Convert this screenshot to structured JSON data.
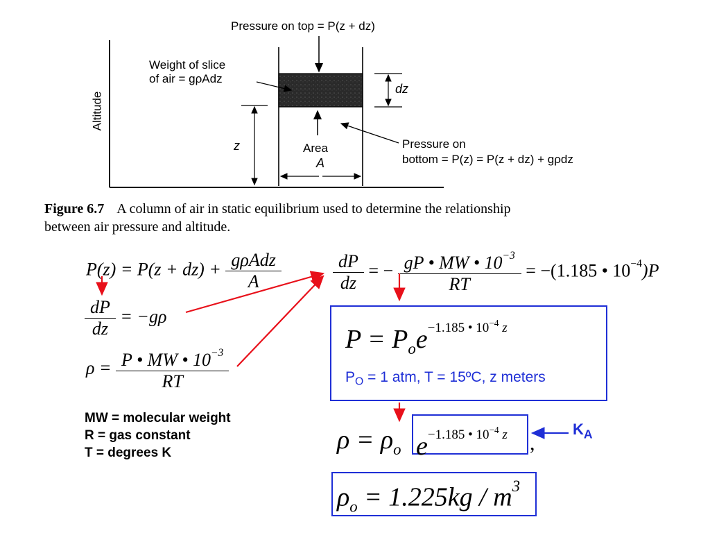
{
  "figure": {
    "label_top": "Pressure on top = P(z + dz)",
    "label_weight_line1": "Weight of slice",
    "label_weight_line2": "of air = gρAdz",
    "label_dz": "dz",
    "axis_label": "Altitude",
    "label_z": "z",
    "label_area_line1": "Area",
    "label_area_line2": "A",
    "label_bottom_line1": "Pressure on",
    "label_bottom_line2": "bottom = P(z) = P(z + dz) + gρdz"
  },
  "caption": {
    "number": "Figure 6.7",
    "text_line1": "A column of air in static equilibrium used to determine the relationship",
    "text_line2": "between air pressure and altitude."
  },
  "equations": {
    "pz_lhs": "P(z) = P(z + dz) +",
    "pz_num": "gρAdz",
    "pz_den": "A",
    "dpdz_num": "dP",
    "dpdz_den": "dz",
    "dpdz_rhs": "= −gρ",
    "rho_lhs": "ρ =",
    "rho_num": "P • MW • 10",
    "rho_num_exp": "−3",
    "rho_den": "RT",
    "main_lhs_num": "dP",
    "main_lhs_den": "dz",
    "main_eq1": "= −",
    "main_num": "gP • MW • 10",
    "main_num_exp": "−3",
    "main_den": "RT",
    "main_rhs": "= −(1.185 • 10",
    "main_rhs_exp": "−4",
    "main_rhs_end": ")P"
  },
  "box1": {
    "eq_base": "P = P",
    "eq_sub": "o",
    "eq_e": "e",
    "eq_exp": "−1.185 • 10",
    "eq_exp2": "−4",
    "eq_z": "z",
    "cond_P": "P",
    "cond_sub": "O",
    "cond_rest": " = 1 atm, T = 15ºC, z meters"
  },
  "rho_eq": {
    "lhs": "ρ = ρ",
    "sub": "o",
    "e": "e",
    "exp": "−1.185 • 10",
    "exp2": "−4",
    "z": "z",
    "comma": ",",
    "ka": "K",
    "ka_sub": "A"
  },
  "rho0_eq": {
    "lhs": "ρ",
    "sub": "o",
    "rhs": " = 1.225kg / m",
    "exp": "3"
  },
  "legend": {
    "line1": "MW = molecular weight",
    "line2": "R = gas constant",
    "line3": "T = degrees K"
  },
  "colors": {
    "arrow_red": "#e8101a",
    "box_blue": "#1f2fd6"
  }
}
